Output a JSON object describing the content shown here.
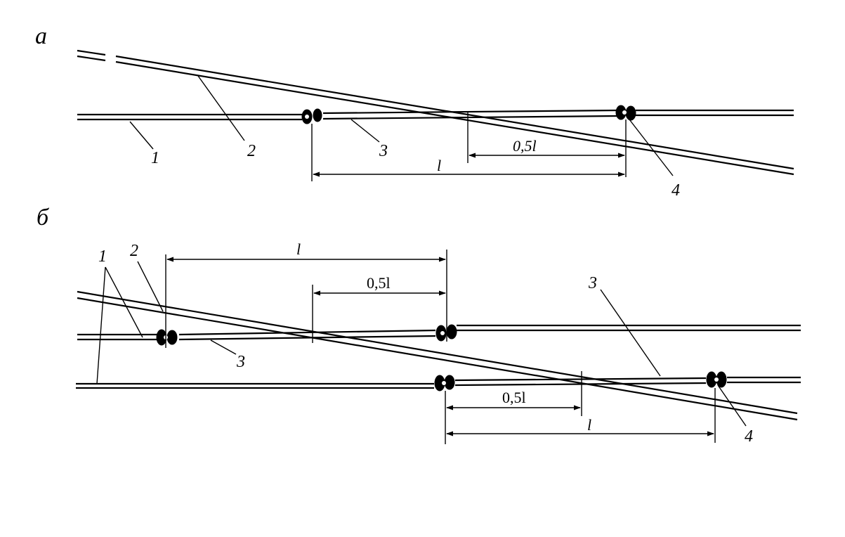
{
  "panels": {
    "a": {
      "label": "а"
    },
    "b": {
      "label": "б"
    }
  },
  "labels": {
    "a_n1": "1",
    "a_n2": "2",
    "a_n3": "3",
    "a_n4": "4",
    "b_n1": "1",
    "b_n2": "2",
    "b_n3_left": "3",
    "b_n3_right": "3",
    "b_n4": "4"
  },
  "dimensions": {
    "a_half": "0,5l",
    "a_full": "l",
    "b_top_full": "l",
    "b_top_half": "0,5l",
    "b_bottom_half": "0,5l",
    "b_bottom_full": "l"
  }
}
